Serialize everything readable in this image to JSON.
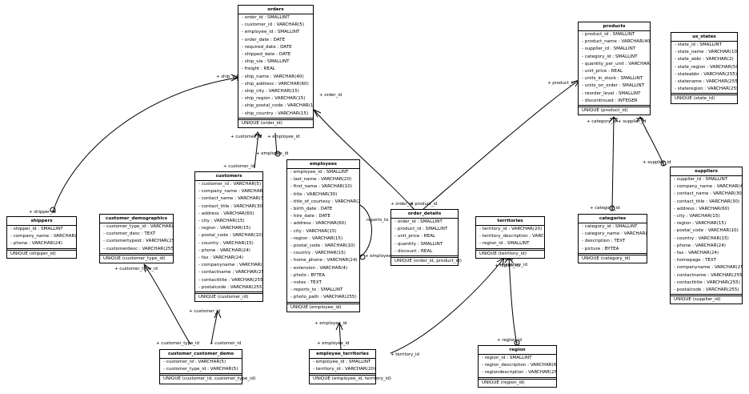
{
  "entities": {
    "orders": {
      "name": "orders",
      "fields": [
        "order_id : SMALLINT",
        "customer_id : VARCHAR(5)",
        "employee_id : SMALLINT",
        "order_date : DATE",
        "required_date : DATE",
        "shipped_date : DATE",
        "ship_via : SMALLINT",
        "freight : REAL",
        "ship_name : VARCHAR(40)",
        "ship_address : VARCHAR(60)",
        "ship_city : VARCHAR(15)",
        "ship_region : VARCHAR(15)",
        "ship_postal_code : VARCHAR(10)",
        "ship_country : VARCHAR(15)"
      ],
      "unique": "UNIQUE (order_id)"
    },
    "products": {
      "name": "products",
      "fields": [
        "product_id : SMALLINT",
        "product_name : VARCHAR(40)",
        "supplier_id : SMALLINT",
        "category_id : SMALLINT",
        "quantity_per_unit : VARCHAR(20)",
        "unit_price : REAL",
        "units_in_stock : SMALLINT",
        "units_on_order : SMALLINT",
        "reorder_level : SMALLINT",
        "discontinued : INTEGER"
      ],
      "unique": "UNIQUE (product_id)"
    },
    "us_states": {
      "name": "us_states",
      "fields": [
        "state_id : SMALLINT",
        "state_name : VARCHAR(100)",
        "state_abbr : VARCHAR(2)",
        "state_region : VARCHAR(50)",
        "stateabbr : VARCHAR(255)",
        "statename : VARCHAR(255)",
        "stateregion : VARCHAR(255)"
      ],
      "unique": "UNIQUE (state_id)"
    },
    "customers": {
      "name": "customers",
      "fields": [
        "customer_id : VARCHAR(5)",
        "company_name : VARCHAR(40)",
        "contact_name : VARCHAR(30)",
        "contact_title : VARCHAR(30)",
        "address : VARCHAR(60)",
        "city : VARCHAR(15)",
        "region : VARCHAR(15)",
        "postal_code : VARCHAR(10)",
        "country : VARCHAR(15)",
        "phone : VARCHAR(24)",
        "fax : VARCHAR(24)",
        "companyname : VARCHAR(255)",
        "contactname : VARCHAR(255)",
        "contacttitle : VARCHAR(255)",
        "postalcode : VARCHAR(255)"
      ],
      "unique": "UNIQUE (customer_id)"
    },
    "employees": {
      "name": "employees",
      "fields": [
        "employee_id : SMALLINT",
        "last_name : VARCHAR(20)",
        "first_name : VARCHAR(10)",
        "title : VARCHAR(30)",
        "title_of_courtesy : VARCHAR(25)",
        "birth_date : DATE",
        "hire_date : DATE",
        "address : VARCHAR(60)",
        "city : VARCHAR(15)",
        "region : VARCHAR(15)",
        "postal_code : VARCHAR(10)",
        "country : VARCHAR(15)",
        "home_phone : VARCHAR(24)",
        "extension : VARCHAR(4)",
        "photo : BYTEA",
        "notes : TEXT",
        "reports_to : SMALLINT",
        "photo_path : VARCHAR(255)"
      ],
      "unique": "UNIQUE (employee_id)"
    },
    "suppliers": {
      "name": "suppliers",
      "fields": [
        "supplier_id : SMALLINT",
        "company_name : VARCHAR(40)",
        "contact_name : VARCHAR(30)",
        "contact_title : VARCHAR(30)",
        "address : VARCHAR(60)",
        "city : VARCHAR(15)",
        "region : VARCHAR(15)",
        "postal_code : VARCHAR(10)",
        "country : VARCHAR(15)",
        "phone : VARCHAR(24)",
        "fax : VARCHAR(24)",
        "homepage : TEXT",
        "companyname : VARCHAR(255)",
        "contactname : VARCHAR(255)",
        "contacttitle : VARCHAR(255)",
        "postalcode : VARCHAR(255)"
      ],
      "unique": "UNIQUE (supplier_id)"
    },
    "shippers": {
      "name": "shippers",
      "fields": [
        "shipper_id : SMALLINT",
        "company_name : VARCHAR(40)",
        "phone : VARCHAR(24)"
      ],
      "unique": "UNIQUE (shipper_id)"
    },
    "customer_demographics": {
      "name": "customer_demographics",
      "fields": [
        "customer_type_id : VARCHAR(5)",
        "customer_desc : TEXT",
        "customertypeid : VARCHAR(255)",
        "customerdesc : VARCHAR(255)"
      ],
      "unique": "UNIQUE (customer_type_id)"
    },
    "order_details": {
      "name": "order_details",
      "fields": [
        "order_id : SMALLINT",
        "product_id : SMALLINT",
        "unit_price : REAL",
        "quantity : SMALLINT",
        "discount : REAL"
      ],
      "unique": "UNIQUE (order_id, product_id)"
    },
    "territories": {
      "name": "territories",
      "fields": [
        "territory_id : VARCHAR(20)",
        "territory_description : VARCHAR(60)",
        "region_id : SMALLINT"
      ],
      "unique": "UNIQUE (territory_id)"
    },
    "categories": {
      "name": "categories",
      "fields": [
        "category_id : SMALLINT",
        "category_name : VARCHAR(15)",
        "description : TEXT",
        "picture : BYTEA"
      ],
      "unique": "UNIQUE (category_id)"
    },
    "customer_customer_demo": {
      "name": "customer_customer_demo",
      "fields": [
        "customer_id : VARCHAR(5)",
        "customer_type_id : VARCHAR(5)"
      ],
      "unique": "UNIQUE (customer_id, customer_type_id)"
    },
    "employee_territories": {
      "name": "employee_territories",
      "fields": [
        "employee_id : SMALLINT",
        "territory_id : VARCHAR(20)"
      ],
      "unique": "UNIQUE (employee_id, territory_id)"
    },
    "region": {
      "name": "region",
      "fields": [
        "region_id : SMALLINT",
        "region_description : VARCHAR(60)",
        "regiondescription : VARCHAR(255)"
      ],
      "unique": "UNIQUE (region_id)"
    }
  },
  "edge_labels": {
    "ship_via": "+ ship_via",
    "shipper_id": "+ shipper_id",
    "customer_id_orders": "+ customer_id",
    "customer_id_customers": "+ customer_id",
    "employee_id_orders": "+ employee_id",
    "employee_id_employees": "+ employee_id",
    "order_id_orders": "+ order_id",
    "order_id_details": "+ order_id",
    "product_id_details": "+ product_id",
    "product_id_products": "+ product_id",
    "reports_to": "reports_to",
    "employee_id_self": "+ employee_id",
    "category_id_products": "+ category_id",
    "category_id_categories": "+ category_id",
    "supplier_id_products": "+ supplier_id",
    "supplier_id_suppliers": "+ supplier_id",
    "customer_type_id_demo": "+ customer_type_id",
    "customer_type_id_ccd": "+ customer_type_id",
    "customer_id_cust2": "+ customer_id",
    "customer_id_ccd": "+ customer_id",
    "employee_id_emp2": "+ employee_id",
    "employee_id_et": "+ employee_id",
    "territory_id_et": "+ territory_id",
    "territory_id_terr": "+ territory_id",
    "region_id_terr": "+ region_id",
    "region_id_region": "+ region_id"
  }
}
